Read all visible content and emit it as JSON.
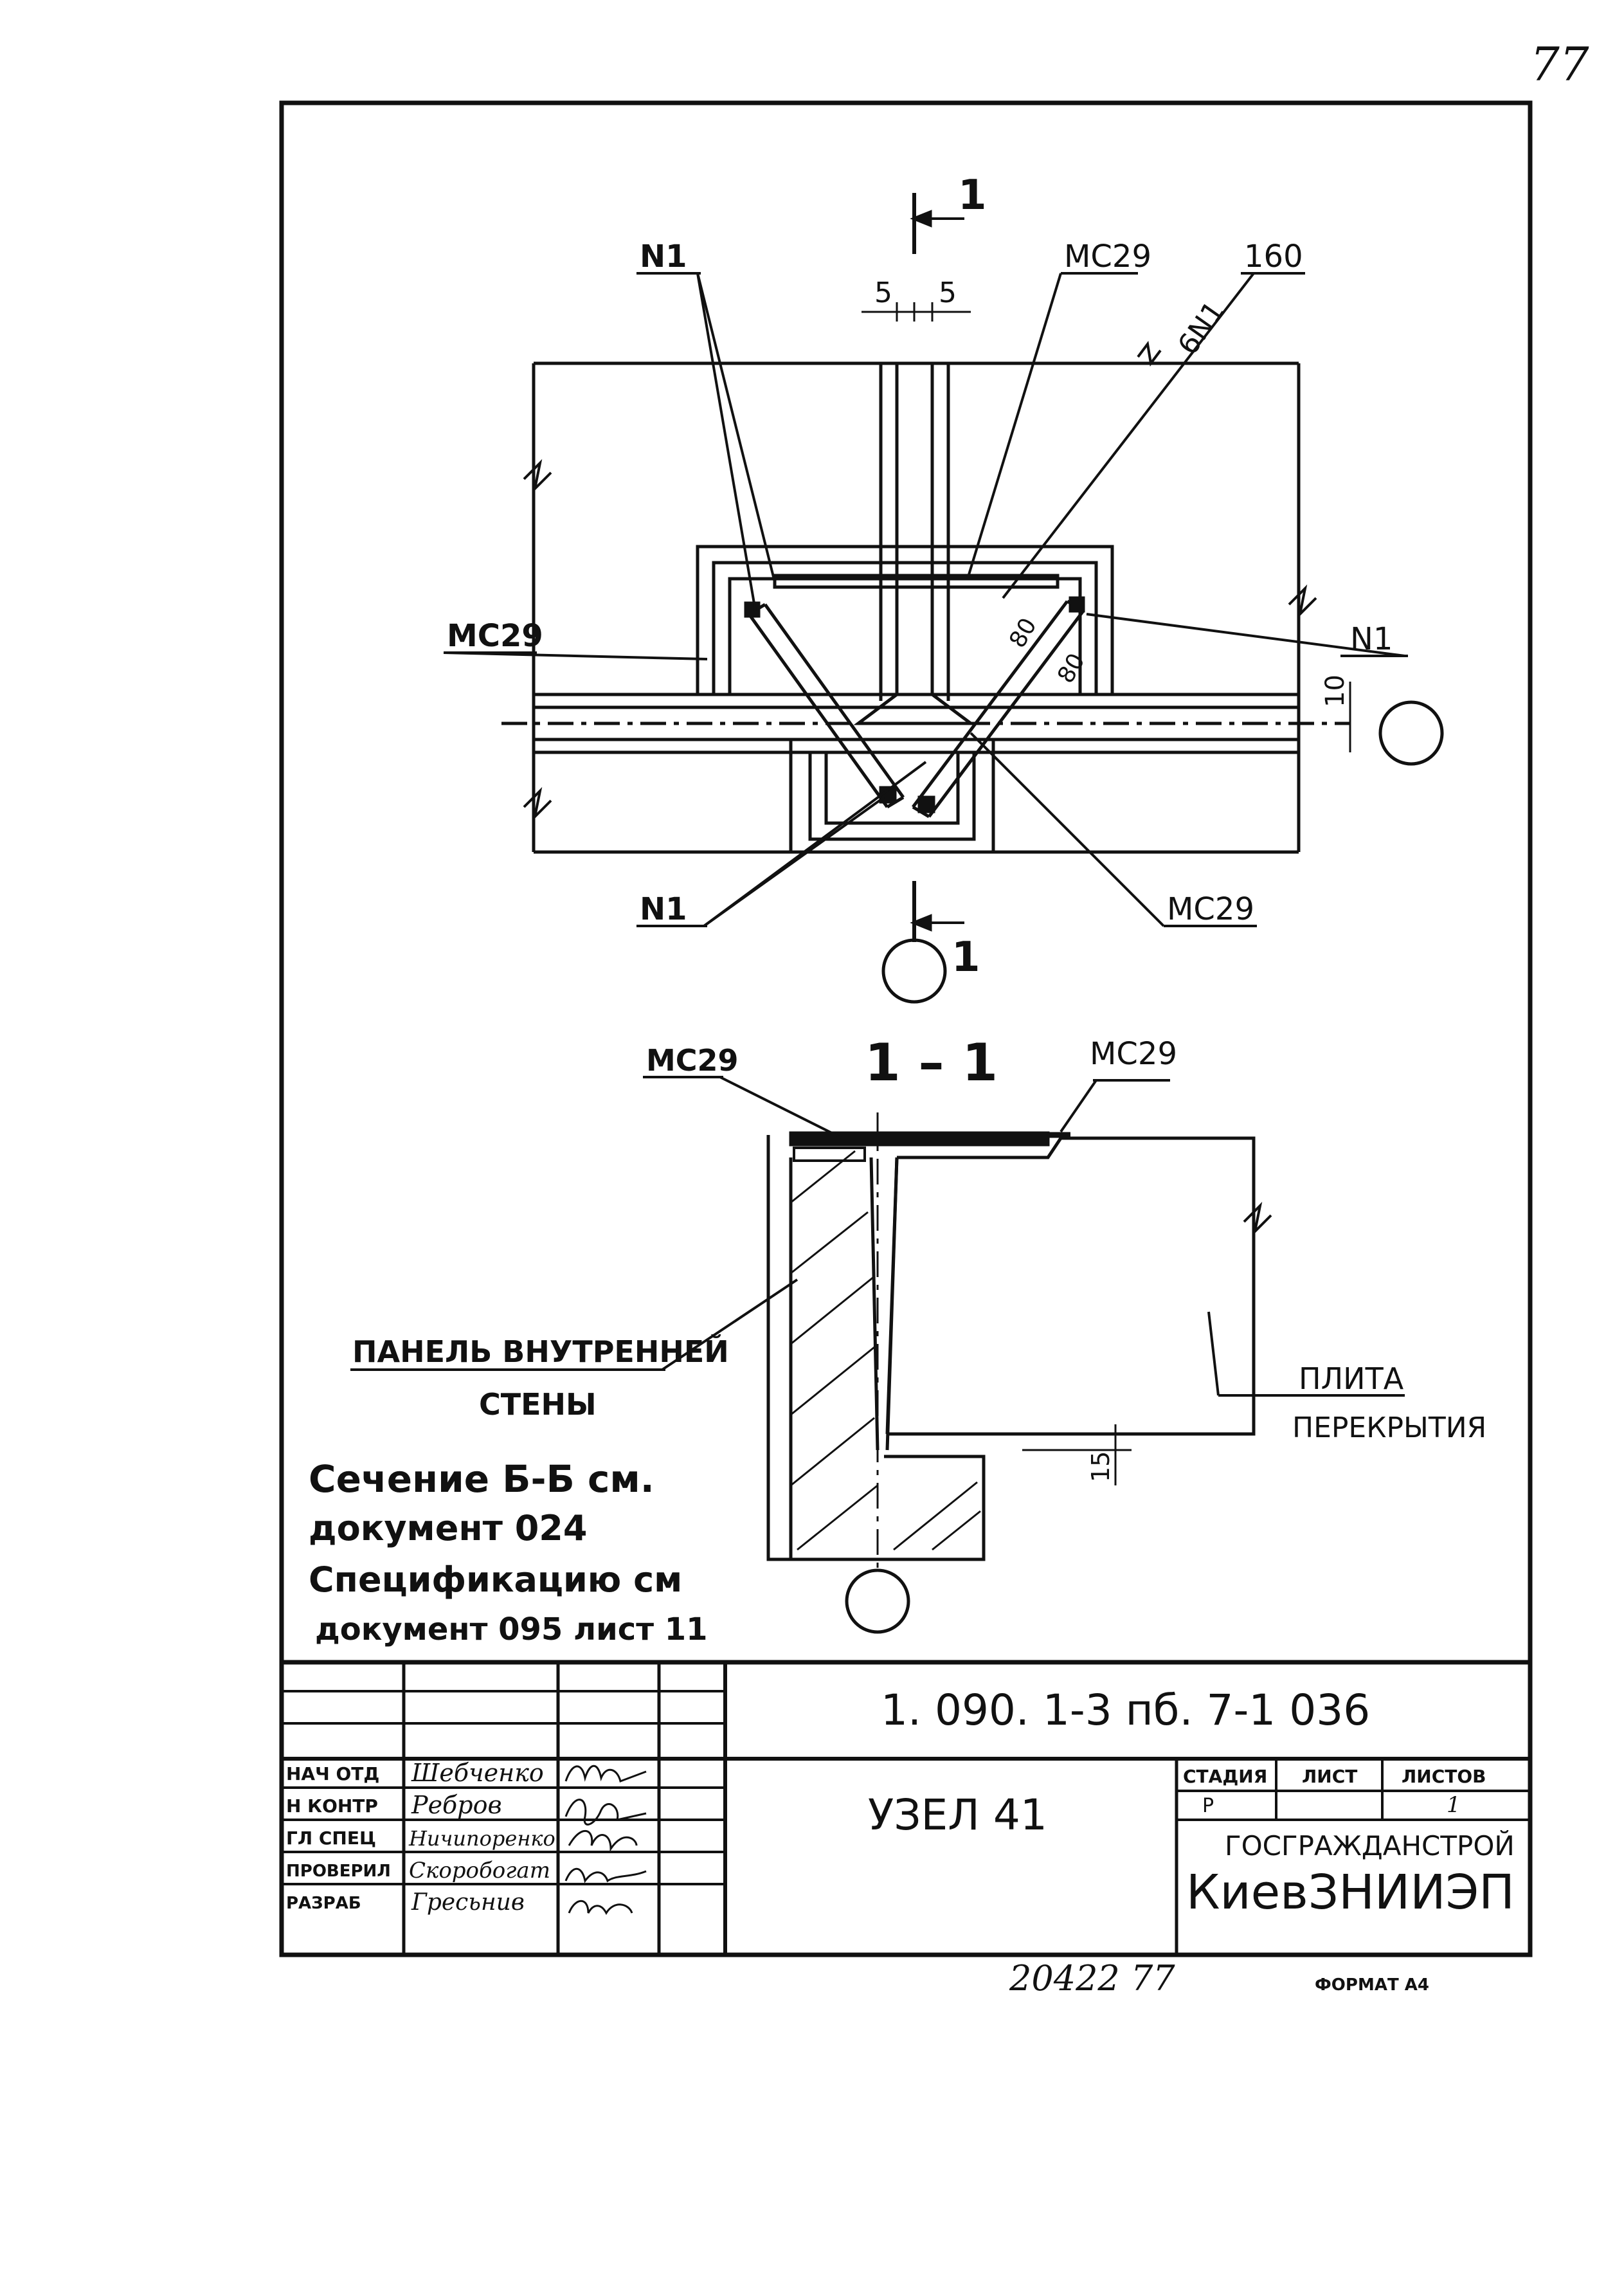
{
  "page_number": "77",
  "plan": {
    "section_mark": "1",
    "dimension_left": "5",
    "dimension_right": "5",
    "label_n1_top": "N1",
    "label_mc29_top": "МС29",
    "label_160": "160",
    "label_6n1": "6N1",
    "label_mc29_left": "МС29",
    "label_n1_right": "N1",
    "dimension_10": "10",
    "dimension_80_a": "80",
    "dimension_80_b": "80",
    "label_n1_bottom": "N1",
    "label_mc29_bottom": "МС29",
    "section_mark_bottom": "1"
  },
  "section": {
    "title": "1 – 1",
    "label_mc29_left": "МС29",
    "label_mc29_right": "МС29",
    "panel_label_line1": "ПАНЕЛЬ ВНУТРЕННЕЙ",
    "panel_label_line2": "СТЕНЫ",
    "slab_label_line1": "ПЛИТА",
    "slab_label_line2": "ПЕРЕКРЫТИЯ",
    "dimension_15": "15"
  },
  "notes": [
    "Сечение Б-Б  см.",
    "документ  024",
    "Спецификацию  см",
    "документ 095  лист 11"
  ],
  "title_block": {
    "document_code": "1. 090. 1-3 пб. 7-1     036",
    "title": "УЗЕЛ  41",
    "roles": [
      "НАЧ ОТД",
      "Н КОНТР",
      "ГЛ СПЕЦ",
      "ПРОВЕРИЛ",
      "РАЗРАБ"
    ],
    "names": [
      "Шебченко",
      "Ребров",
      "Ничипоренко",
      "Скоробогат",
      "Гресьнив"
    ],
    "stage_header": "СТАДИЯ",
    "sheet_header": "ЛИСТ",
    "sheets_header": "ЛИСТОВ",
    "stage_value": "Р",
    "sheet_value": "",
    "sheets_value": "1",
    "organization_line1": "ГОСГРАЖДАНСТРОЙ",
    "organization_line2": "КиевЗНИИЭП"
  },
  "footer": {
    "archive_number": "20422  77",
    "format_label": "ФОРМАТ А4"
  }
}
